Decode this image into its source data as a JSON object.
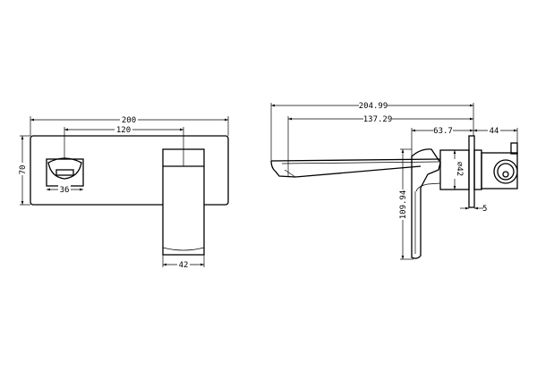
{
  "front_view": {
    "overall_width": "200",
    "centers": "120",
    "height": "70",
    "handle_width": "36",
    "spout_width": "42"
  },
  "side_view": {
    "overall_projection": "204.99",
    "spout_projection": "137.29",
    "body_to_wall": "63.7",
    "wall_depth": "44",
    "body_diameter": "⌀42",
    "handle_height": "109.94",
    "plate_thickness": "5"
  }
}
